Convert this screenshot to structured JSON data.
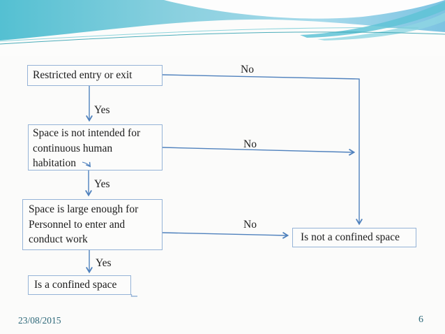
{
  "flowchart": {
    "boxes": [
      {
        "label": "Restricted entry or exit"
      },
      {
        "label": "Space is not intended for continuous human habitation"
      },
      {
        "label": "Space is large enough for Personnel to enter and conduct work"
      },
      {
        "label": "Is a confined space"
      },
      {
        "label": "Is not a confined space"
      }
    ],
    "edges": [
      {
        "from": "Restricted entry or exit",
        "to": "Space is not intended for continuous human habitation",
        "label": "Yes"
      },
      {
        "from": "Restricted entry or exit",
        "to": "Is not a confined space",
        "label": "No"
      },
      {
        "from": "Space is not intended for continuous human habitation",
        "to": "Space is large enough for Personnel to enter and conduct work",
        "label": "Yes"
      },
      {
        "from": "Space is not intended for continuous human habitation",
        "to": "Is not a confined space",
        "label": "No"
      },
      {
        "from": "Space is large enough for Personnel to enter and conduct work",
        "to": "Is a confined space",
        "label": "Yes"
      },
      {
        "from": "Space is large enough for Personnel to enter and conduct work",
        "to": "Is not a confined space",
        "label": "No"
      }
    ]
  },
  "footer": {
    "date": "23/08/2015",
    "page_number": "6"
  },
  "colors": {
    "arrow_line": "#4f81bd",
    "box_border": "#95b3d7",
    "body_text": "#1c1c1c",
    "footer_text": "#2d6879",
    "header_teal": "#54c0d2",
    "header_light_blue": "#a7daeb",
    "header_right_blue": "#7cc3e2",
    "slide_background": "#fbfbfa"
  }
}
